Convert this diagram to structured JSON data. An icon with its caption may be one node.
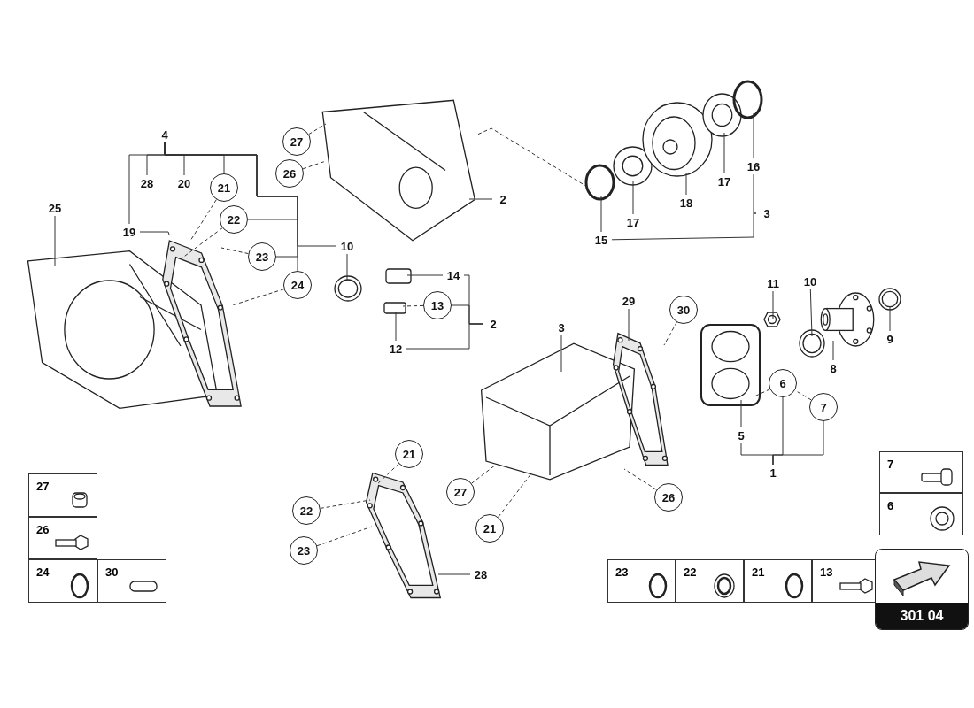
{
  "diagram": {
    "nodes": [
      {
        "text": [],
        "shape": "picture"
      },
      {
        "text": [
          "25"
        ]
      },
      {
        "text": [],
        "shape": "picture"
      },
      {
        "text": [
          "19"
        ]
      },
      {
        "text": [
          "21"
        ]
      },
      {
        "text": [
          "22"
        ]
      },
      {
        "text": [
          "23"
        ]
      },
      {
        "text": [
          "24"
        ]
      },
      {
        "text": [
          "27"
        ]
      },
      {
        "text": [
          "26"
        ]
      },
      {
        "text": [],
        "shape": "picture"
      },
      {
        "text": [
          "2"
        ]
      },
      {
        "text": [],
        "shape": "picture"
      },
      {
        "text": [
          "10"
        ]
      },
      {
        "text": [],
        "shape": "picture"
      },
      {
        "text": [
          "14"
        ]
      },
      {
        "text": [
          "13"
        ]
      },
      {
        "text": [],
        "shape": "picture"
      },
      {
        "text": [
          "12"
        ]
      },
      {
        "text": [],
        "shape": "picture"
      },
      {
        "text": [
          "15"
        ]
      },
      {
        "text": [],
        "shape": "picture"
      },
      {
        "text": [
          "17"
        ]
      },
      {
        "text": [],
        "shape": "picture"
      },
      {
        "text": [
          "18"
        ]
      },
      {
        "text": [],
        "shape": "picture"
      },
      {
        "text": [
          "17"
        ]
      },
      {
        "text": [],
        "shape": "picture"
      },
      {
        "text": [
          "16"
        ]
      },
      {
        "text": [],
        "shape": "picture"
      },
      {
        "text": [
          "3"
        ]
      },
      {
        "text": [],
        "shape": "picture"
      },
      {
        "text": [
          "29"
        ]
      },
      {
        "text": [
          "30"
        ]
      },
      {
        "text": [],
        "shape": "picture"
      },
      {
        "text": [
          "5"
        ]
      },
      {
        "text": [],
        "shape": "picture"
      },
      {
        "text": [
          "11"
        ]
      },
      {
        "text": [],
        "shape": "picture"
      },
      {
        "text": [
          "10"
        ]
      },
      {
        "text": [],
        "shape": "picture"
      },
      {
        "text": [
          "8"
        ]
      },
      {
        "text": [],
        "shape": "picture"
      },
      {
        "text": [
          "9"
        ]
      },
      {
        "text": [
          "6"
        ]
      },
      {
        "text": [
          "7"
        ]
      },
      {
        "text": [
          "21"
        ]
      },
      {
        "text": [
          "22"
        ]
      },
      {
        "text": [
          "23"
        ]
      },
      {
        "text": [],
        "shape": "picture"
      },
      {
        "text": [
          "28"
        ]
      },
      {
        "text": [
          "27"
        ]
      },
      {
        "text": [
          "26"
        ]
      },
      {
        "text": [
          "21"
        ]
      },
      {
        "text": [
          "4"
        ]
      },
      {
        "text": [
          "28"
        ]
      },
      {
        "text": [
          "20"
        ]
      },
      {
        "text": [
          "2"
        ]
      },
      {
        "text": [
          "3"
        ]
      },
      {
        "text": [
          "1"
        ]
      }
    ],
    "edges": [
      {
        "from": 1,
        "to": 0,
        "arrow": "none"
      },
      {
        "from": 3,
        "to": 2,
        "arrow": "none"
      },
      {
        "from": 4,
        "to": 2,
        "arrow": "none",
        "style": "dashed"
      },
      {
        "from": 5,
        "to": 2,
        "arrow": "none",
        "style": "dashed"
      },
      {
        "from": 6,
        "to": 2,
        "arrow": "none",
        "style": "dashed"
      },
      {
        "from": 7,
        "to": 2,
        "arrow": "none",
        "style": "dashed"
      },
      {
        "from": 8,
        "to": 10,
        "arrow": "none",
        "style": "dashed"
      },
      {
        "from": 9,
        "to": 10,
        "arrow": "none",
        "style": "dashed"
      },
      {
        "from": 11,
        "to": 10,
        "arrow": "none"
      },
      {
        "from": 13,
        "to": 12,
        "arrow": "none"
      },
      {
        "from": 15,
        "to": 14,
        "arrow": "none"
      },
      {
        "from": 16,
        "to": 17,
        "arrow": "none",
        "style": "dashed"
      },
      {
        "from": 18,
        "to": 17,
        "arrow": "none"
      },
      {
        "from": 10,
        "to": 19,
        "arrow": "none",
        "style": "dashed"
      },
      {
        "from": 20,
        "to": 19,
        "arrow": "none"
      },
      {
        "from": 22,
        "to": 21,
        "arrow": "none"
      },
      {
        "from": 24,
        "to": 23,
        "arrow": "none"
      },
      {
        "from": 26,
        "to": 25,
        "arrow": "none"
      },
      {
        "from": 28,
        "to": 27,
        "arrow": "none"
      },
      {
        "from": 30,
        "to": 29,
        "arrow": "none"
      },
      {
        "from": 32,
        "to": 31,
        "arrow": "none"
      },
      {
        "from": 33,
        "to": 31,
        "arrow": "none",
        "style": "dashed"
      },
      {
        "from": 35,
        "to": 34,
        "arrow": "none"
      },
      {
        "from": 37,
        "to": 36,
        "arrow": "none"
      },
      {
        "from": 39,
        "to": 38,
        "arrow": "none"
      },
      {
        "from": 41,
        "to": 40,
        "arrow": "none"
      },
      {
        "from": 43,
        "to": 42,
        "arrow": "none"
      },
      {
        "from": 44,
        "to": 34,
        "arrow": "none",
        "style": "dashed"
      },
      {
        "from": 45,
        "to": 44,
        "arrow": "none",
        "style": "dashed"
      },
      {
        "from": 46,
        "to": 49,
        "arrow": "none",
        "style": "dashed"
      },
      {
        "from": 47,
        "to": 49,
        "arrow": "none",
        "style": "dashed"
      },
      {
        "from": 48,
        "to": 49,
        "arrow": "none",
        "style": "dashed"
      },
      {
        "from": 50,
        "to": 49,
        "arrow": "none"
      },
      {
        "from": 51,
        "to": 29,
        "arrow": "none",
        "style": "dashed"
      },
      {
        "from": 52,
        "to": 29,
        "arrow": "none",
        "style": "dashed"
      },
      {
        "from": 53,
        "to": 29,
        "arrow": "none",
        "style": "dashed"
      },
      {
        "from": 54,
        "to": 55,
        "arrow": "none"
      },
      {
        "from": 54,
        "to": 56,
        "arrow": "none"
      },
      {
        "from": 54,
        "to": 3,
        "arrow": "none"
      },
      {
        "from": 54,
        "to": 4,
        "arrow": "none"
      },
      {
        "from": 54,
        "to": 5,
        "arrow": "none"
      },
      {
        "from": 54,
        "to": 6,
        "arrow": "none"
      },
      {
        "from": 54,
        "to": 7,
        "arrow": "none"
      },
      {
        "from": 54,
        "to": 13,
        "arrow": "none"
      },
      {
        "from": 57,
        "to": 15,
        "arrow": "none"
      },
      {
        "from": 57,
        "to": 16,
        "arrow": "none"
      },
      {
        "from": 57,
        "to": 18,
        "arrow": "none"
      },
      {
        "from": 58,
        "to": 20,
        "arrow": "none"
      },
      {
        "from": 58,
        "to": 28,
        "arrow": "none"
      },
      {
        "from": 59,
        "to": 35,
        "arrow": "none"
      },
      {
        "from": 59,
        "to": 44,
        "arrow": "none"
      },
      {
        "from": 59,
        "to": 45,
        "arrow": "none"
      }
    ],
    "labels": [
      "27",
      "26",
      "24",
      "30",
      "7",
      "6",
      "23",
      "22",
      "21",
      "13",
      "301 04"
    ]
  }
}
